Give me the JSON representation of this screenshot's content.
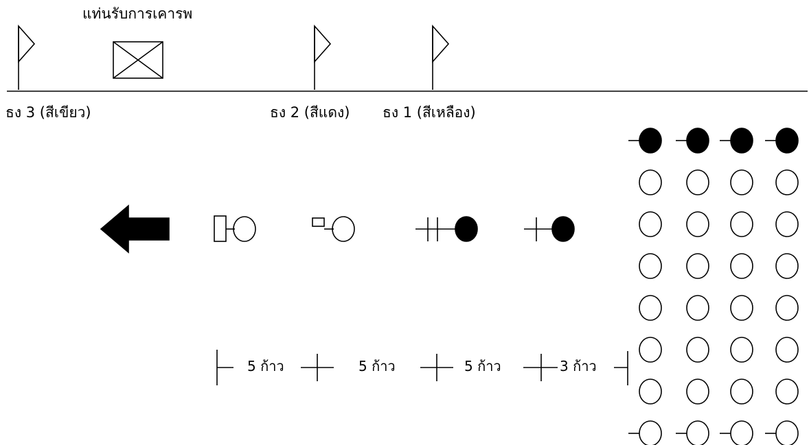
{
  "labels": {
    "saluting_stand": "แท่นรับการเคารพ",
    "flag_3": "ธง 3 (สีเขียว)",
    "flag_2": "ธง 2 (สีแดง)",
    "flag_1": "ธง 1 (สีเหลือง)"
  },
  "spacing": [
    "5 ก้าว",
    "5 ก้าว",
    "5 ก้าว",
    "3 ก้าว"
  ],
  "formation": {
    "columns": 4,
    "front_row": "filled-circle-with-tick",
    "middle_rows": 6,
    "rear_row": "open-circle-with-tick"
  },
  "colors": {
    "ink": "#000000",
    "background": "#ffffff"
  }
}
